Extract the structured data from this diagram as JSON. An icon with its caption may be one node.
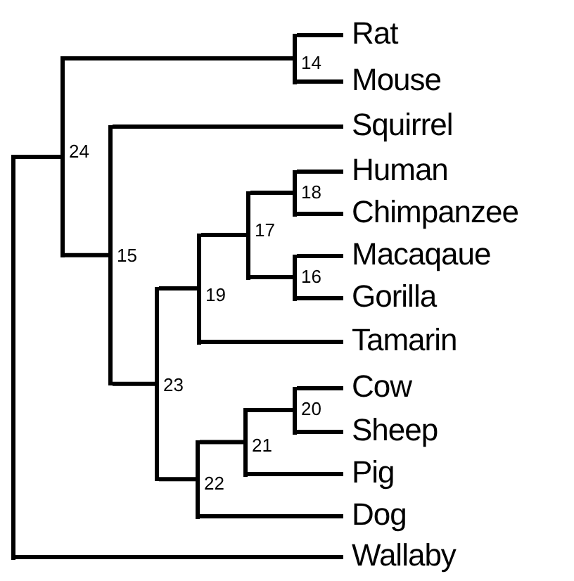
{
  "diagram": {
    "nodes": [
      {
        "text": [],
        "shape": "bar"
      },
      {
        "text": [],
        "shape": "bar",
        "beside": [
          "24"
        ]
      },
      {
        "text": [],
        "shape": "bar",
        "beside": [
          "14"
        ]
      },
      {
        "text": [
          "Rat"
        ]
      },
      {
        "text": [
          "Mouse"
        ]
      },
      {
        "text": [],
        "shape": "bar",
        "beside": [
          "15"
        ]
      },
      {
        "text": [
          "Squirrel"
        ]
      },
      {
        "text": [],
        "shape": "bar",
        "beside": [
          "23"
        ]
      },
      {
        "text": [],
        "shape": "bar",
        "beside": [
          "19"
        ]
      },
      {
        "text": [],
        "shape": "bar",
        "beside": [
          "17"
        ]
      },
      {
        "text": [],
        "shape": "bar",
        "beside": [
          "18"
        ]
      },
      {
        "text": [
          "Human"
        ]
      },
      {
        "text": [
          "Chimpanzee"
        ]
      },
      {
        "text": [],
        "shape": "bar",
        "beside": [
          "16"
        ]
      },
      {
        "text": [
          "Macaqaue"
        ]
      },
      {
        "text": [
          "Gorilla"
        ]
      },
      {
        "text": [
          "Tamarin"
        ]
      },
      {
        "text": [],
        "shape": "bar",
        "beside": [
          "22"
        ]
      },
      {
        "text": [],
        "shape": "bar",
        "beside": [
          "21"
        ]
      },
      {
        "text": [],
        "shape": "bar",
        "beside": [
          "20"
        ]
      },
      {
        "text": [
          "Cow"
        ]
      },
      {
        "text": [
          "Sheep"
        ]
      },
      {
        "text": [
          "Pig"
        ]
      },
      {
        "text": [
          "Dog"
        ]
      },
      {
        "text": [
          "Wallaby"
        ]
      }
    ],
    "edges": [
      {
        "from": 0,
        "to": 1,
        "arrow": "none"
      },
      {
        "from": 0,
        "to": 24,
        "arrow": "none"
      },
      {
        "from": 1,
        "to": 2,
        "arrow": "none"
      },
      {
        "from": 1,
        "to": 5,
        "arrow": "none"
      },
      {
        "from": 2,
        "to": 3,
        "arrow": "none"
      },
      {
        "from": 2,
        "to": 4,
        "arrow": "none"
      },
      {
        "from": 5,
        "to": 6,
        "arrow": "none"
      },
      {
        "from": 5,
        "to": 7,
        "arrow": "none"
      },
      {
        "from": 7,
        "to": 8,
        "arrow": "none"
      },
      {
        "from": 7,
        "to": 17,
        "arrow": "none"
      },
      {
        "from": 8,
        "to": 9,
        "arrow": "none"
      },
      {
        "from": 8,
        "to": 16,
        "arrow": "none"
      },
      {
        "from": 9,
        "to": 10,
        "arrow": "none"
      },
      {
        "from": 9,
        "to": 13,
        "arrow": "none"
      },
      {
        "from": 10,
        "to": 11,
        "arrow": "none"
      },
      {
        "from": 10,
        "to": 12,
        "arrow": "none"
      },
      {
        "from": 13,
        "to": 14,
        "arrow": "none"
      },
      {
        "from": 13,
        "to": 15,
        "arrow": "none"
      },
      {
        "from": 17,
        "to": 18,
        "arrow": "none"
      },
      {
        "from": 17,
        "to": 23,
        "arrow": "none"
      },
      {
        "from": 18,
        "to": 19,
        "arrow": "none"
      },
      {
        "from": 18,
        "to": 22,
        "arrow": "none"
      },
      {
        "from": 19,
        "to": 20,
        "arrow": "none"
      },
      {
        "from": 19,
        "to": 21,
        "arrow": "none"
      }
    ]
  }
}
